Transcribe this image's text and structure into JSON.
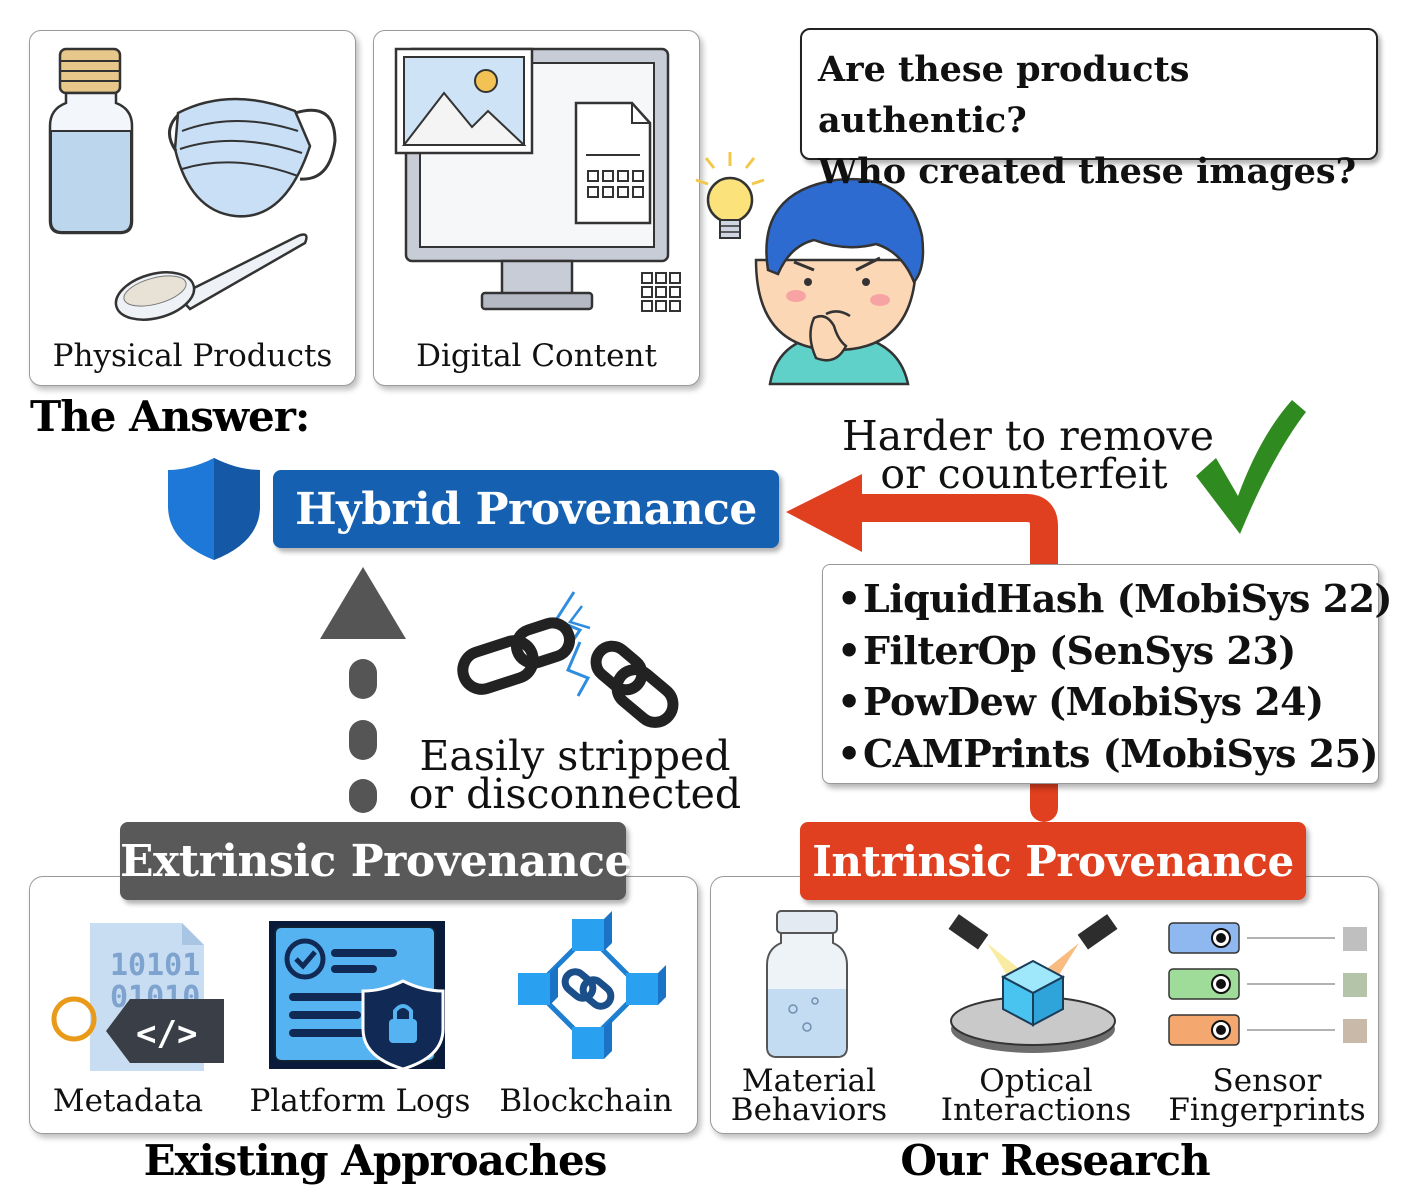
{
  "top": {
    "physical_caption": "Physical Products",
    "digital_caption": "Digital Content",
    "question_line1": "Are these products authentic?",
    "question_line2": "Who created these images?"
  },
  "answer_heading": "The Answer:",
  "hybrid": {
    "label": "Hybrid Provenance",
    "color": "#1560b0"
  },
  "notes": {
    "harder_line1": "Harder to remove",
    "harder_line2": "or counterfeit",
    "easily_line1": "Easily stripped",
    "easily_line2": "or disconnected"
  },
  "research_list": [
    "LiquidHash (MobiSys 22)",
    "FilterOp (SenSys 23)",
    "PowDew (MobiSys 24)",
    "CAMPrints (MobiSys 25)"
  ],
  "extrinsic": {
    "label": "Extrinsic Provenance",
    "color": "#595959",
    "items": [
      "Metadata",
      "Platform Logs",
      "Blockchain"
    ]
  },
  "intrinsic": {
    "label": "Intrinsic Provenance",
    "color": "#e0401f",
    "items": [
      {
        "line1": "Material",
        "line2": "Behaviors"
      },
      {
        "line1": "Optical",
        "line2": "Interactions"
      },
      {
        "line1": "Sensor",
        "line2": "Fingerprints"
      }
    ]
  },
  "footer": {
    "existing": "Existing Approaches",
    "ours": "Our Research"
  },
  "colors": {
    "arrow_red": "#e0401f",
    "arrow_gray": "#555555",
    "check_green": "#2f8a1f",
    "shield_blue": "#1e78d8"
  },
  "icons": [
    "jar-icon",
    "mask-icon",
    "spoon-icon",
    "monitor-icon",
    "lightbulb-icon",
    "thinking-person-icon",
    "shield-icon",
    "broken-chain-icon",
    "checkmark-icon",
    "metadata-icon",
    "platform-logs-icon",
    "blockchain-icon",
    "glass-jar-icon",
    "optical-cube-icon",
    "camera-fingerprint-icon"
  ]
}
